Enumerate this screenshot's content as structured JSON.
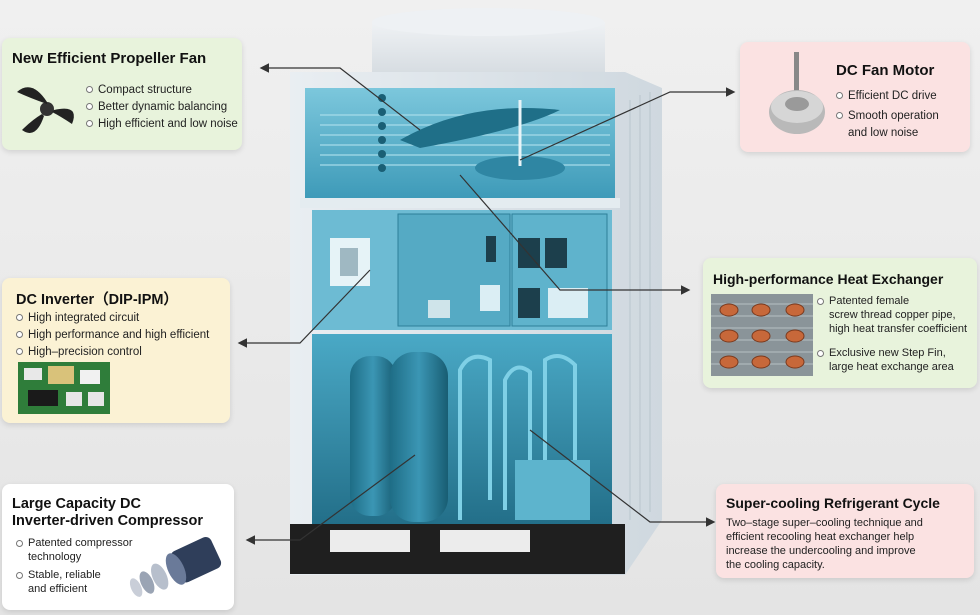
{
  "colors": {
    "green_panel": "#e8f3dc",
    "pink_panel": "#fbe2e2",
    "yellow_panel": "#fbf2d4",
    "white_panel": "#ffffff",
    "machine_blue": "#4aa9c6",
    "machine_dark": "#1d6f88"
  },
  "callouts": {
    "propeller_fan": {
      "title": "New Efficient Propeller Fan",
      "bullets": [
        "Compact structure",
        "Better dynamic balancing",
        "High efficient and low noise"
      ],
      "icon": "propeller-fan-icon"
    },
    "dc_fan_motor": {
      "title": "DC Fan Motor",
      "bullets": [
        "Efficient DC drive",
        "Smooth operation\nand low noise"
      ],
      "icon": "fan-motor-icon"
    },
    "dc_inverter": {
      "title": "DC Inverter（DIP-IPM）",
      "bullets": [
        "High integrated circuit",
        "High performance and high efficient",
        "High–precision control"
      ],
      "icon": "circuit-board-icon"
    },
    "heat_exchanger": {
      "title": "High-performance Heat Exchanger",
      "bullets": [
        "Patented female\nscrew thread copper pipe,\nhigh heat transfer coefficient",
        "Exclusive new Step Fin,\nlarge heat exchange area"
      ],
      "icon": "copper-pipe-icon"
    },
    "compressor": {
      "title_line1": "Large Capacity DC",
      "title_line2": "Inverter-driven Compressor",
      "bullets": [
        "Patented compressor\ntechnology",
        "Stable, reliable\nand efficient"
      ],
      "icon": "compressor-parts-icon"
    },
    "super_cooling": {
      "title": "Super-cooling Refrigerant Cycle",
      "description": "Two–stage super–cooling technique and\nefficient recooling heat exchanger help\nincrease the undercooling and improve\nthe cooling capacity."
    }
  }
}
